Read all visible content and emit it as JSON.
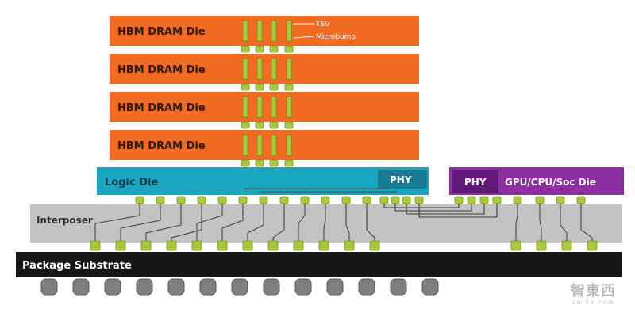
{
  "dram_dies": [
    {
      "label": "HBM DRAM Die"
    },
    {
      "label": "HBM DRAM Die"
    },
    {
      "label": "HBM DRAM Die"
    },
    {
      "label": "HBM DRAM Die"
    }
  ],
  "annotations": {
    "tsv": "TSV",
    "microbump": "Microbump"
  },
  "logic_die": {
    "label": "Logic Die",
    "phy": "PHY"
  },
  "processor": {
    "phy": "PHY",
    "label": "GPU/CPU/Soc Die"
  },
  "interposer": {
    "label": "Interposer"
  },
  "package_substrate": {
    "label": "Package Substrate"
  },
  "watermark": {
    "main": "智東西",
    "sub": "ZHIDX.COM"
  },
  "colors": {
    "dram": "#f26b22",
    "logic_die": "#19a6c0",
    "logic_phy": "#167b93",
    "gpu": "#8c2fa0",
    "gpu_phy": "#5f1a78",
    "interposer": "#c3c3c3",
    "substrate": "#161616",
    "bump": "#a6ca3a",
    "ball": "#808080"
  }
}
